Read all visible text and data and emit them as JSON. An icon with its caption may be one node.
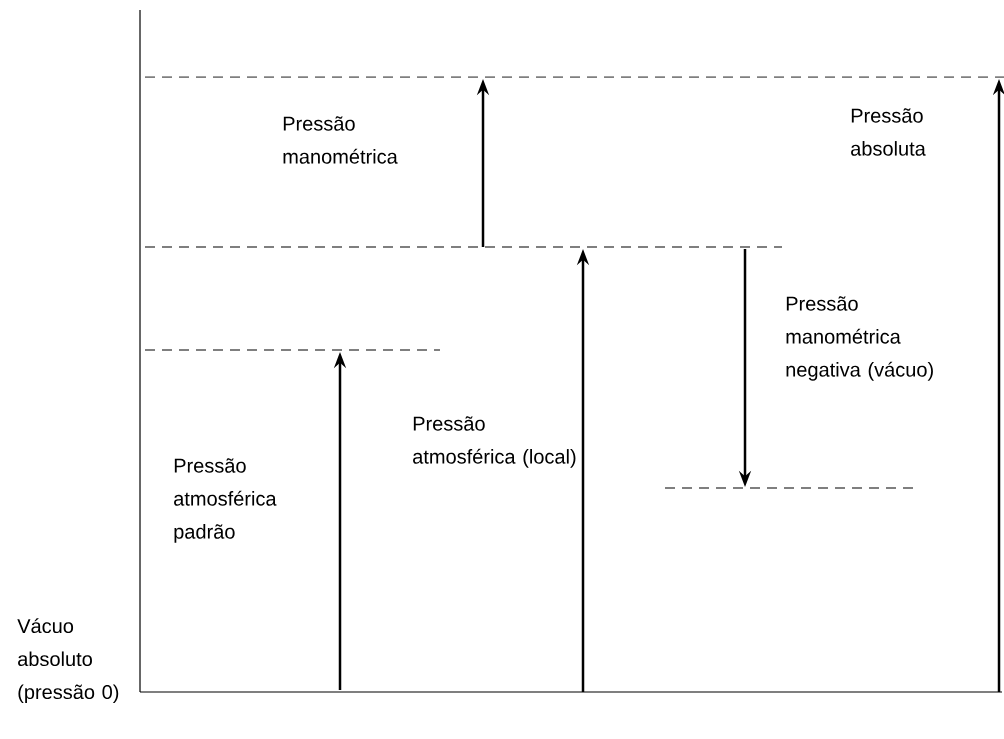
{
  "diagram": {
    "labels": [
      "Pressão absoluta",
      "Pressão manométrica",
      "Pressão manométrica negativa (vácuo)",
      "Pressão atmosférica (local)",
      "Pressão atmosférica padrão",
      "Vácuo absoluto (pressão 0)"
    ]
  }
}
